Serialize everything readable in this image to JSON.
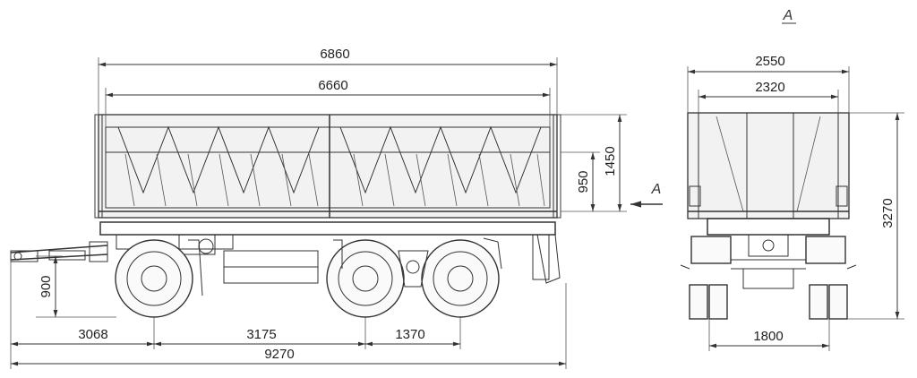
{
  "dimensions": {
    "overall_body_length": "6860",
    "inner_body_length": "6660",
    "side_height": "950",
    "body_height": "1450",
    "drawbar_to_first_axle": "3068",
    "first_to_second_axle": "3175",
    "second_to_third_axle": "1370",
    "total_length": "9270",
    "hitch_height": "900",
    "overall_width": "2550",
    "inner_width": "2320",
    "overall_height": "3270",
    "track_width": "1800"
  },
  "view_labels": {
    "view_a_title": "A",
    "view_a_arrow": "A"
  }
}
